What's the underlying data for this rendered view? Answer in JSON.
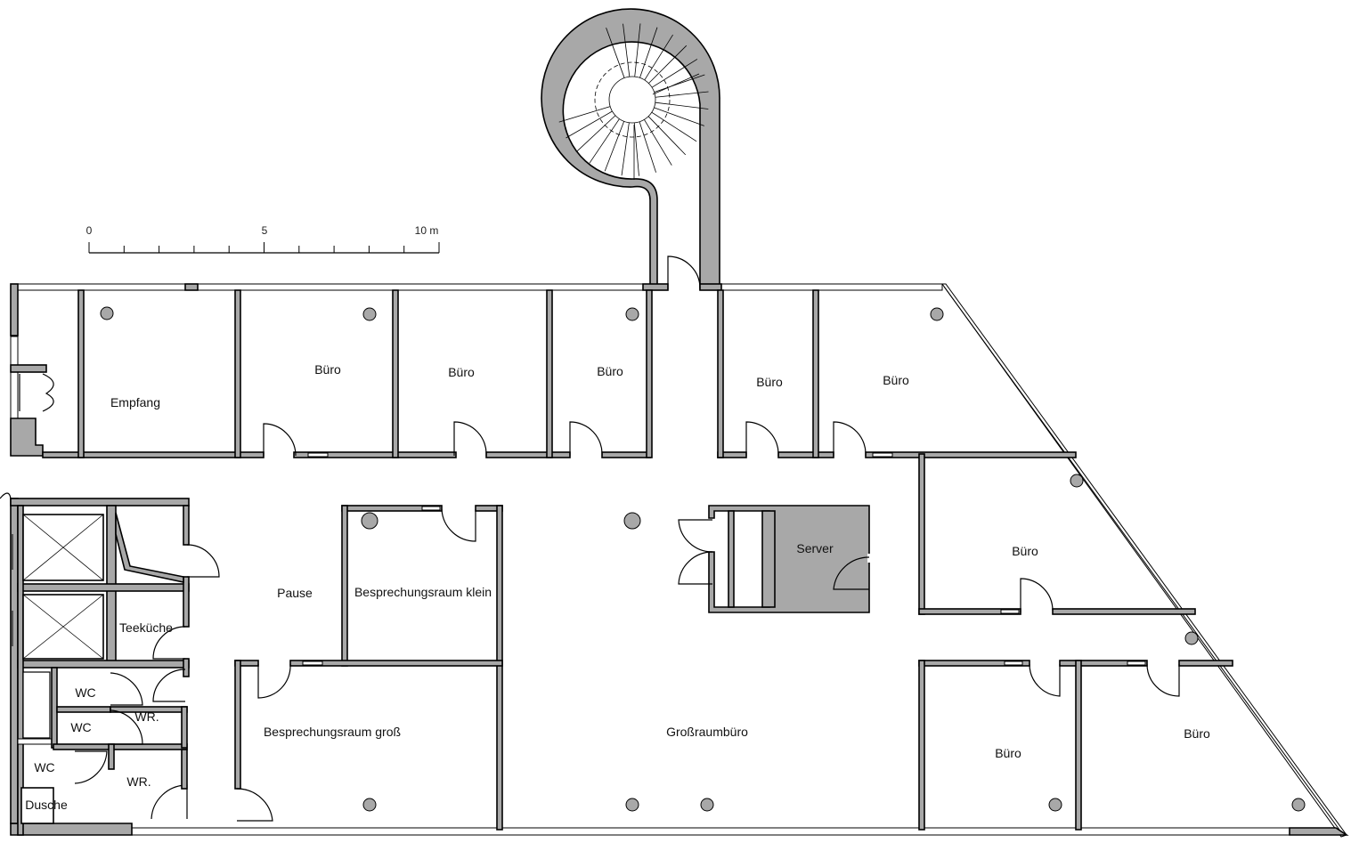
{
  "scale_bar": {
    "labels": [
      "0",
      "5",
      "10 m"
    ]
  },
  "rooms": [
    {
      "id": "empfang",
      "label": "Empfang"
    },
    {
      "id": "buero-1",
      "label": "Büro"
    },
    {
      "id": "buero-2",
      "label": "Büro"
    },
    {
      "id": "buero-3",
      "label": "Büro"
    },
    {
      "id": "buero-4",
      "label": "Büro"
    },
    {
      "id": "buero-5",
      "label": "Büro"
    },
    {
      "id": "buero-6",
      "label": "Büro"
    },
    {
      "id": "buero-7",
      "label": "Büro"
    },
    {
      "id": "buero-8",
      "label": "Büro"
    },
    {
      "id": "pause",
      "label": "Pause"
    },
    {
      "id": "besprechung-klein",
      "label": "Besprechungsraum klein"
    },
    {
      "id": "besprechung-gross",
      "label": "Besprechungsraum groß"
    },
    {
      "id": "server",
      "label": "Server"
    },
    {
      "id": "grossraum",
      "label": "Großraumbüro"
    },
    {
      "id": "teekueche",
      "label": "Teeküche"
    },
    {
      "id": "wc-1",
      "label": "WC"
    },
    {
      "id": "wc-2",
      "label": "WC"
    },
    {
      "id": "wc-3",
      "label": "WC"
    },
    {
      "id": "wr-1",
      "label": "WR."
    },
    {
      "id": "wr-2",
      "label": "WR."
    },
    {
      "id": "dusche",
      "label": "Dusche"
    }
  ]
}
